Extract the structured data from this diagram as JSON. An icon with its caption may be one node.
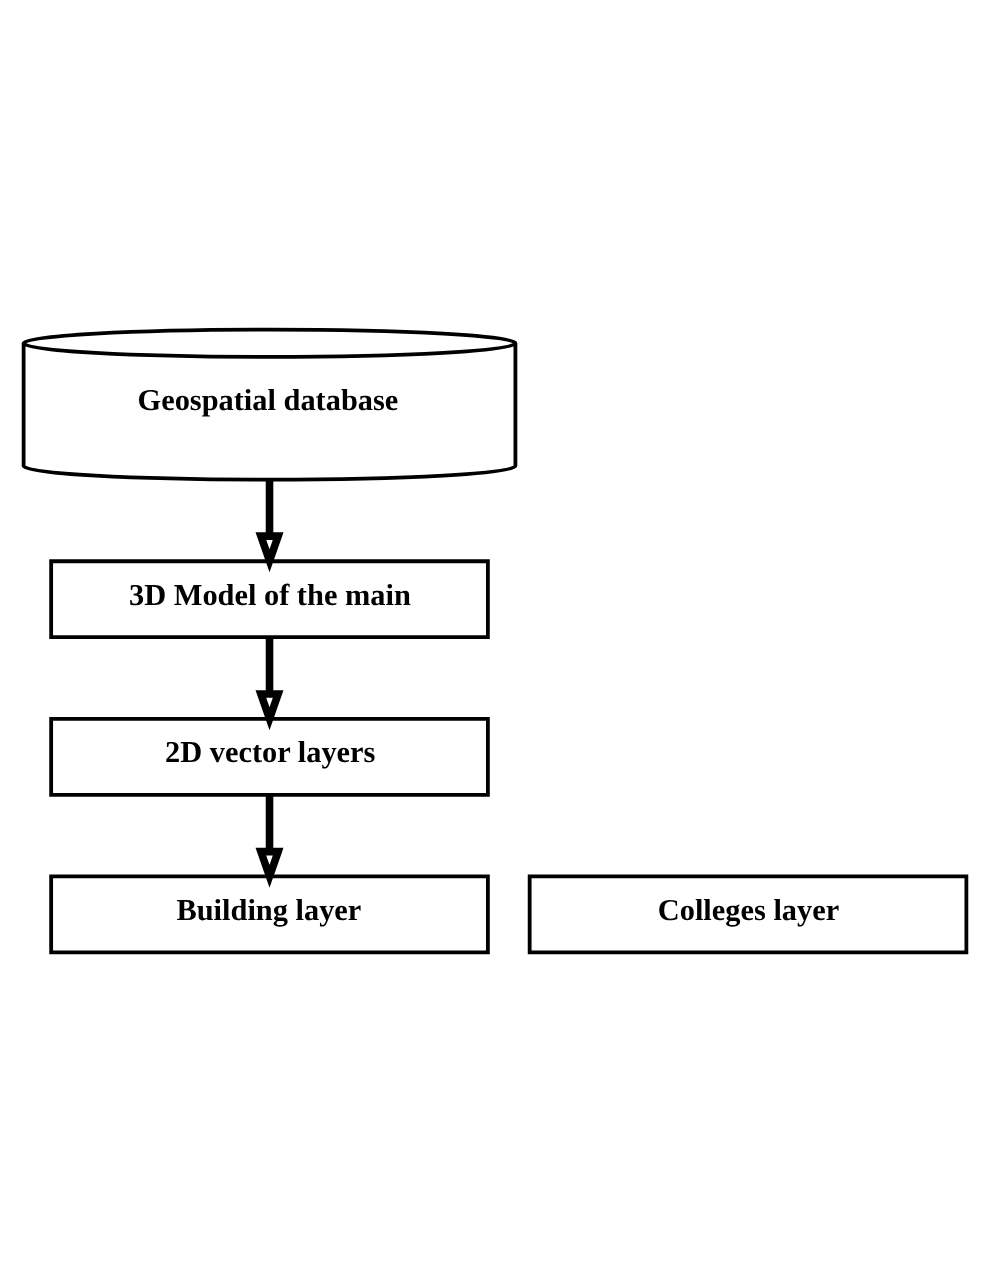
{
  "diagram": {
    "nodes": [
      {
        "text": [
          "Geospatial database"
        ]
      },
      {
        "text": [
          "3D Model of the main"
        ]
      },
      {
        "text": [
          "2D vector layers"
        ]
      },
      {
        "text": [
          "Building layer"
        ]
      },
      {
        "text": [
          "Colleges layer"
        ]
      }
    ],
    "edges": [
      {
        "from": 0,
        "to": 1,
        "arrow": "to"
      },
      {
        "from": 1,
        "to": 2,
        "arrow": "to"
      },
      {
        "from": 2,
        "to": 3,
        "arrow": "to"
      }
    ]
  }
}
